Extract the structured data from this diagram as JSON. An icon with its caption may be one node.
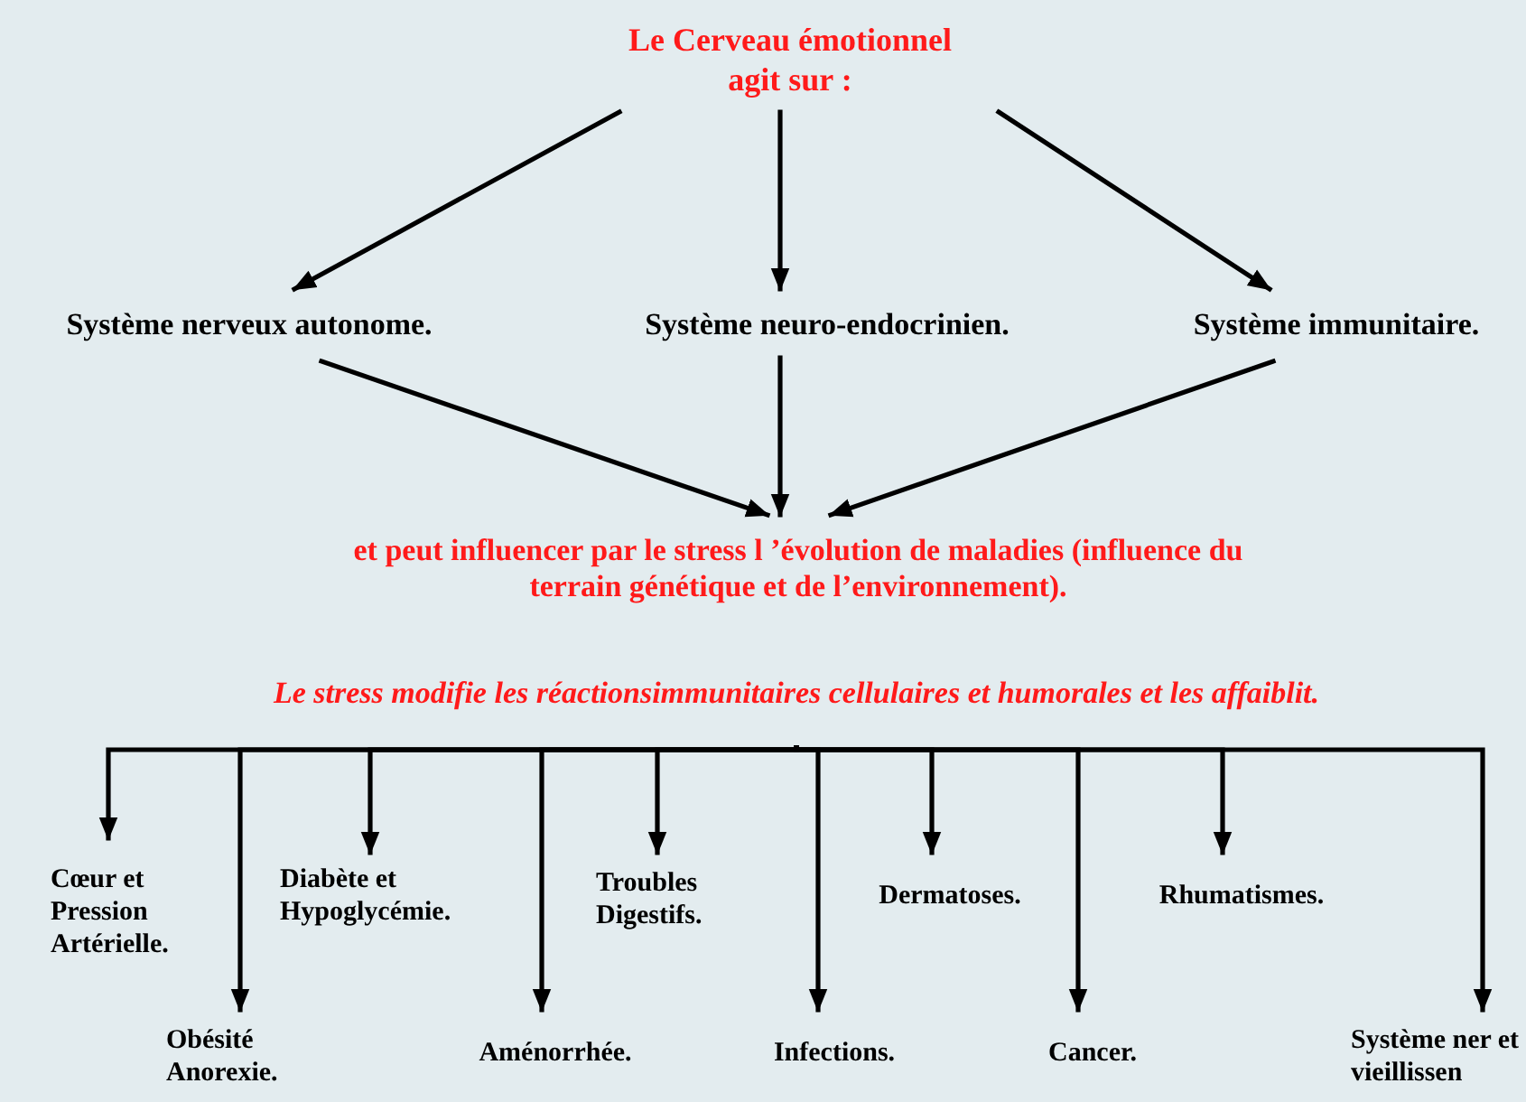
{
  "diagram": {
    "nodes": [
      {
        "text": [
          "Le Cerveau émotionnel agit sur :"
        ]
      },
      {
        "text": [
          "Système nerveux autonome."
        ]
      },
      {
        "text": [
          "Système neuro-endocrinien."
        ]
      },
      {
        "text": [
          "Système immunitaire."
        ]
      },
      {
        "text": [
          "et peut influencer par le stress l ’évolution de maladies (influence du terrain génétique et de l’environnement)."
        ]
      },
      {
        "text": [
          "Le stress modifie les réactionsimmunitaires cellulaires et humorales et les affaiblit."
        ]
      },
      {
        "text": [
          "Cœur et Pression Artérielle."
        ]
      },
      {
        "text": [
          "Obésité Anorexie."
        ]
      },
      {
        "text": [
          "Diabète et Hypoglycémie."
        ]
      },
      {
        "text": [
          "Aménorrhée."
        ]
      },
      {
        "text": [
          "Troubles Digestifs."
        ]
      },
      {
        "text": [
          "Infections."
        ]
      },
      {
        "text": [
          "Dermatoses."
        ]
      },
      {
        "text": [
          "Cancer."
        ]
      },
      {
        "text": [
          "Rhumatismes."
        ]
      },
      {
        "text": [
          "Système ner et vieillissen"
        ]
      }
    ],
    "edges": [
      {
        "from": 0,
        "to": 1,
        "arrow": "to"
      },
      {
        "from": 0,
        "to": 2,
        "arrow": "to"
      },
      {
        "from": 0,
        "to": 3,
        "arrow": "to"
      },
      {
        "from": 1,
        "to": 4,
        "arrow": "to"
      },
      {
        "from": 2,
        "to": 4,
        "arrow": "to"
      },
      {
        "from": 3,
        "to": 4,
        "arrow": "to"
      },
      {
        "from": 5,
        "to": 6,
        "arrow": "to"
      },
      {
        "from": 5,
        "to": 7,
        "arrow": "to"
      },
      {
        "from": 5,
        "to": 8,
        "arrow": "to"
      },
      {
        "from": 5,
        "to": 9,
        "arrow": "to"
      },
      {
        "from": 5,
        "to": 10,
        "arrow": "to"
      },
      {
        "from": 5,
        "to": 11,
        "arrow": "to"
      },
      {
        "from": 5,
        "to": 12,
        "arrow": "to"
      },
      {
        "from": 5,
        "to": 13,
        "arrow": "to"
      },
      {
        "from": 5,
        "to": 14,
        "arrow": "to"
      },
      {
        "from": 5,
        "to": 15,
        "arrow": "to"
      }
    ]
  }
}
